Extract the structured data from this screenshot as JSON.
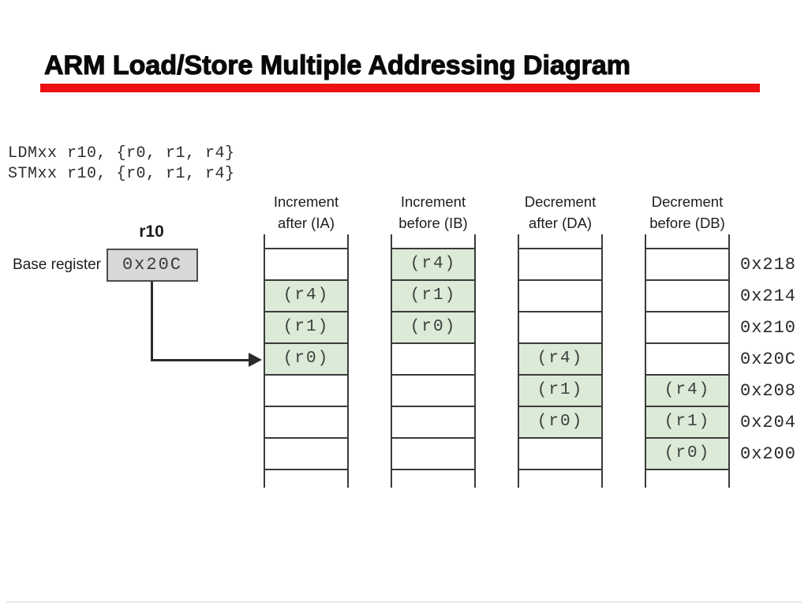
{
  "slide": {
    "title": "ARM Load/Store Multiple Addressing Diagram",
    "accent_color": "#ee1111"
  },
  "code": {
    "lines": [
      "LDMxx r10, {r0, r1, r4}",
      "STMxx r10, {r0, r1, r4}"
    ]
  },
  "base_register": {
    "register_name": "r10",
    "label": "Base register",
    "value": "0x20C"
  },
  "diagram": {
    "cell_fill_color": "#dcead8",
    "line_color": "#3b3b3b",
    "box_fill_color": "#d8d8d8",
    "addresses": [
      "0x218",
      "0x214",
      "0x210",
      "0x20C",
      "0x208",
      "0x204",
      "0x200"
    ],
    "columns": [
      {
        "id": "ia",
        "title_line1": "Increment",
        "title_line2": "after (IA)",
        "cells": [
          "",
          "(r4)",
          "(r1)",
          "(r0)",
          "",
          "",
          ""
        ]
      },
      {
        "id": "ib",
        "title_line1": "Increment",
        "title_line2": "before (IB)",
        "cells": [
          "(r4)",
          "(r1)",
          "(r0)",
          "",
          "",
          "",
          ""
        ]
      },
      {
        "id": "da",
        "title_line1": "Decrement",
        "title_line2": "after (DA)",
        "cells": [
          "",
          "",
          "",
          "(r4)",
          "(r1)",
          "(r0)",
          ""
        ]
      },
      {
        "id": "db",
        "title_line1": "Decrement",
        "title_line2": "before (DB)",
        "cells": [
          "",
          "",
          "",
          "",
          "(r4)",
          "(r1)",
          "(r0)"
        ]
      }
    ]
  }
}
